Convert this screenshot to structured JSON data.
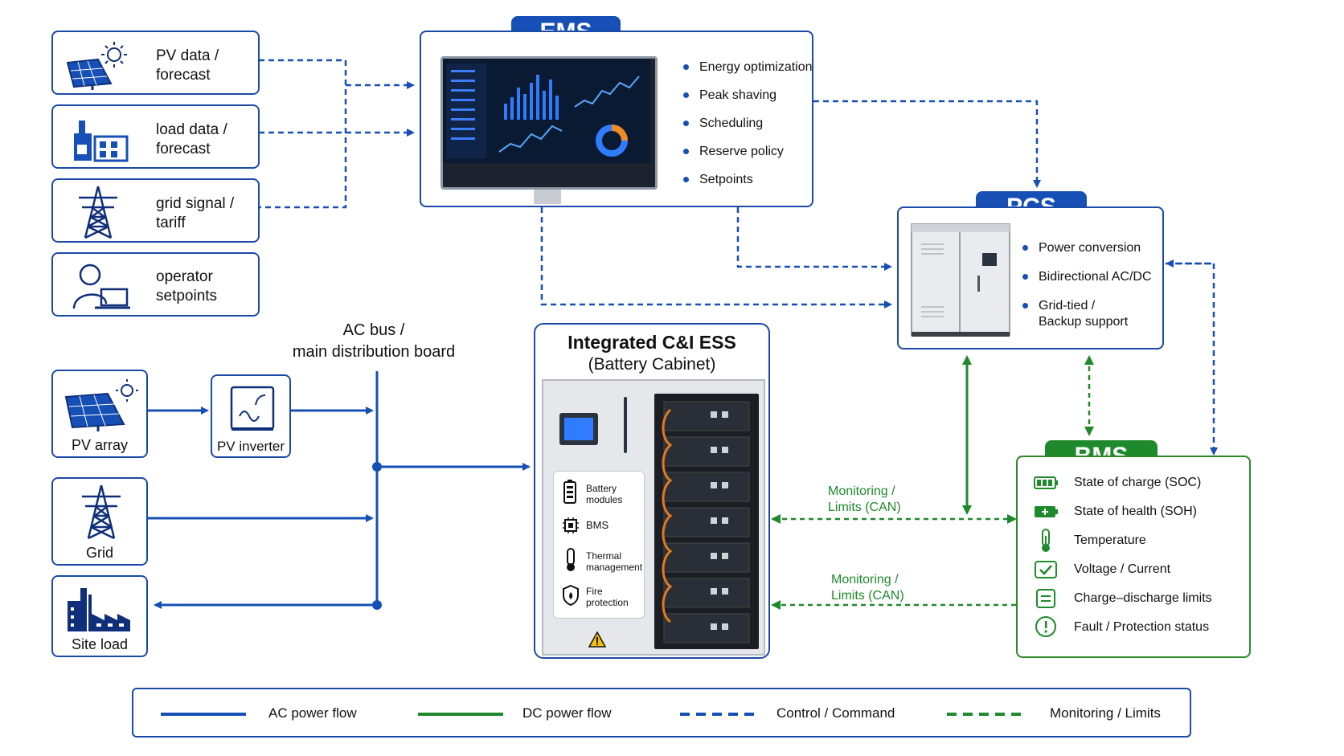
{
  "inputs": {
    "pv_data": "PV data /\nforecast",
    "load_data": "load data /\nforecast",
    "grid_signal": "grid signal /\ntariff",
    "operator": "operator\nsetpoints"
  },
  "ems": {
    "tag": "EMS",
    "bullets": [
      "Energy optimization",
      "Peak shaving",
      "Scheduling",
      "Reserve policy",
      "Setpoints"
    ]
  },
  "pcs": {
    "tag": "PCS",
    "bullets": [
      "Power conversion",
      "Bidirectional AC/DC",
      "Grid-tied /\nBackup support"
    ]
  },
  "bms": {
    "tag": "BMS",
    "items": [
      {
        "label": "State of charge (SOC)",
        "icon": "battery-full-icon"
      },
      {
        "label": "State of health (SOH)",
        "icon": "battery-health-icon"
      },
      {
        "label": "Temperature",
        "icon": "thermometer-icon"
      },
      {
        "label": "Voltage / Current",
        "icon": "check-box-icon"
      },
      {
        "label": "Charge–discharge limits",
        "icon": "equals-box-icon"
      },
      {
        "label": "Fault / Protection status",
        "icon": "warning-icon"
      }
    ]
  },
  "ac_bus": {
    "label": "AC bus /\nmain distribution board"
  },
  "ess": {
    "title_line1": "Integrated C&I ESS",
    "title_line2": "(Battery Cabinet)",
    "features": [
      {
        "label": "Battery\nmodules",
        "icon": "battery-modules-icon"
      },
      {
        "label": "BMS",
        "icon": "chip-icon"
      },
      {
        "label": "Thermal\nmanagement",
        "icon": "thermometer-icon"
      },
      {
        "label": "Fire\nprotection",
        "icon": "fire-shield-icon"
      }
    ]
  },
  "sources": {
    "pv_array": "PV array",
    "pv_inverter": "PV inverter",
    "grid": "Grid",
    "site_load": "Site load"
  },
  "monitoring": {
    "upper": "Monitoring /\nLimits (CAN)",
    "lower": "Monitoring /\nLimits (CAN)"
  },
  "legend": {
    "ac": "AC power flow",
    "dc": "DC power flow",
    "control": "Control / Command",
    "monitor": "Monitoring / Limits"
  },
  "colors": {
    "blue": "#1650b6",
    "green": "#1f8a2b",
    "navy": "#0f2f7a"
  }
}
